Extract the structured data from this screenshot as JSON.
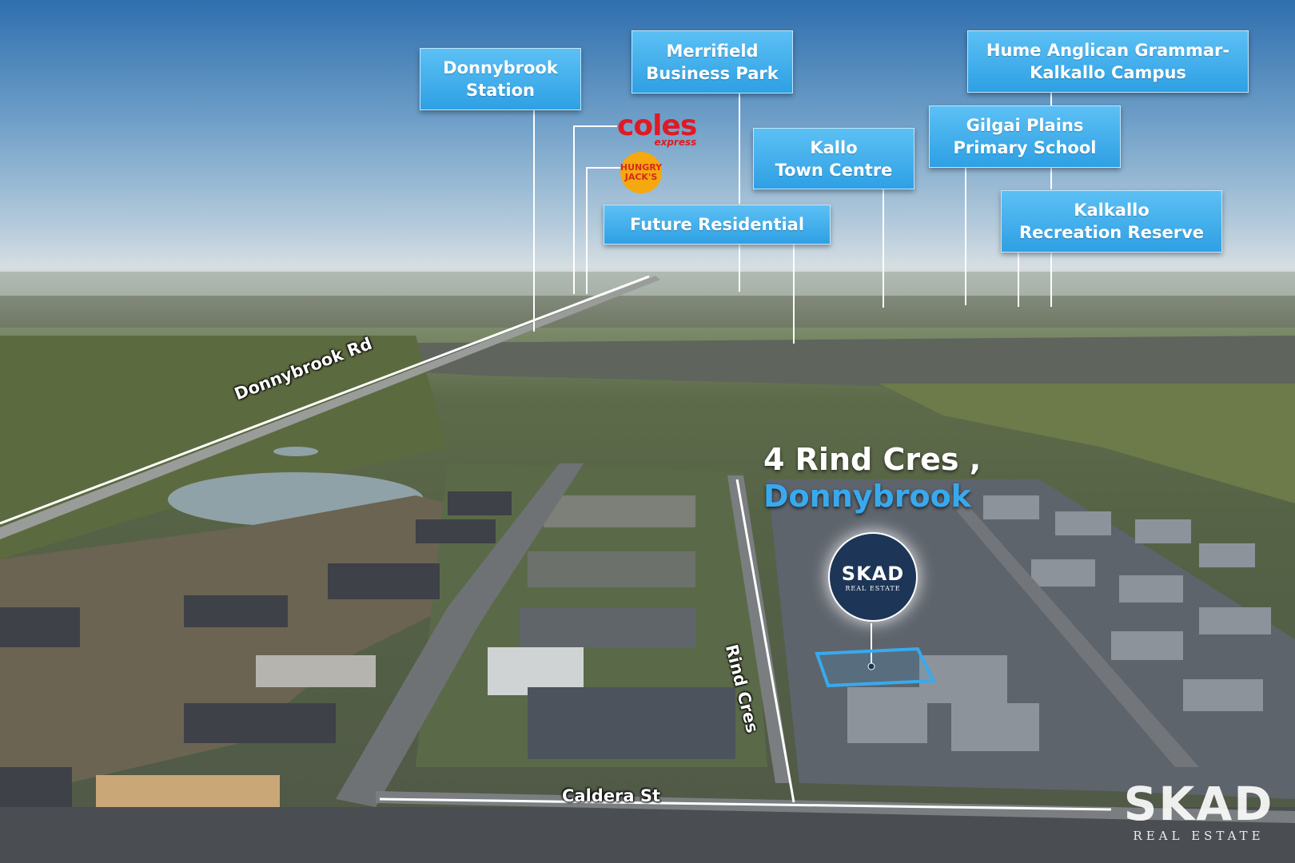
{
  "callouts": {
    "donnybrook_station": [
      "Donnybrook",
      "Station"
    ],
    "merrifield": [
      "Merrifield",
      "Business Park"
    ],
    "hume_anglican": [
      "Hume Anglican Grammar-",
      "Kalkallo Campus"
    ],
    "gilgai": [
      "Gilgai Plains",
      "Primary School"
    ],
    "kallo": [
      "Kallo",
      "Town Centre"
    ],
    "future_residential": [
      "Future Residential"
    ],
    "kalkallo_reserve": [
      "Kalkallo",
      "Recreation Reserve"
    ]
  },
  "roads": {
    "donnybrook_rd": "Donnybrook Rd",
    "rind_cres": "Rind Cres",
    "caldera_st": "Caldera St"
  },
  "address": {
    "line1": "4 Rind Cres ,",
    "line2": "Donnybrook"
  },
  "logos": {
    "coles": "coles",
    "coles_sub": "express",
    "hungry_jacks": [
      "HUNGRY",
      "JACK'S"
    ]
  },
  "brand": {
    "name": "SKAD",
    "sub": "REAL ESTATE"
  },
  "colors": {
    "callout_blue": "#2ea0e4",
    "address_blue": "#39a9ee",
    "badge_navy": "#1d3557",
    "coles_red": "#e01a22"
  }
}
